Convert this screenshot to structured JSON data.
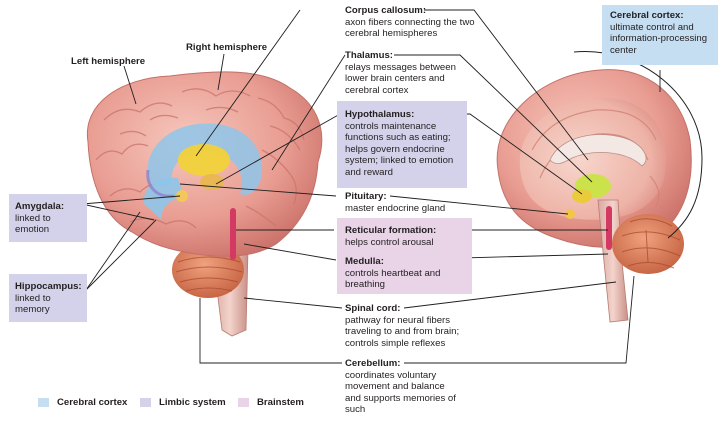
{
  "hemisphere_labels": {
    "left": "Left hemisphere",
    "right": "Right hemisphere"
  },
  "structures": {
    "corpus_callosum": {
      "name": "Corpus callosum:",
      "desc": "axon fibers connecting the two cerebral hemispheres"
    },
    "thalamus": {
      "name": "Thalamus:",
      "desc": "relays messages between lower brain centers and cerebral cortex"
    },
    "hypothalamus": {
      "name": "Hypothalamus:",
      "desc": "controls maintenance functions such as eating; helps govern endocrine system; linked to emotion and reward"
    },
    "pituitary": {
      "name": "Pituitary:",
      "desc": "master endocrine gland"
    },
    "reticular_formation": {
      "name": "Reticular formation:",
      "desc": "helps control arousal"
    },
    "medulla": {
      "name": "Medulla:",
      "desc": "controls heartbeat and breathing"
    },
    "spinal_cord": {
      "name": "Spinal cord:",
      "desc": "pathway for neural fibers traveling to and from brain; controls simple reflexes"
    },
    "cerebellum": {
      "name": "Cerebellum:",
      "desc": "coordinates voluntary movement and balance and supports memories of such"
    },
    "cerebral_cortex": {
      "name": "Cerebral cortex:",
      "desc": "ultimate control and information-processing center"
    },
    "amygdala": {
      "name": "Amygdala:",
      "desc": "linked to emotion"
    },
    "hippocampus": {
      "name": "Hippocampus:",
      "desc": "linked to memory"
    }
  },
  "legend": [
    {
      "label": "Cerebral cortex",
      "color": "#c5def2"
    },
    {
      "label": "Limbic system",
      "color": "#d4d2ea"
    },
    {
      "label": "Brainstem",
      "color": "#e8d3e7"
    }
  ],
  "colors": {
    "cortex_box": "#c5def2",
    "limbic_box": "#d4d2ea",
    "brainstem_box": "#e8d3e7",
    "brain_tissue": "#e89a8f",
    "leader_line": "#231f20"
  }
}
